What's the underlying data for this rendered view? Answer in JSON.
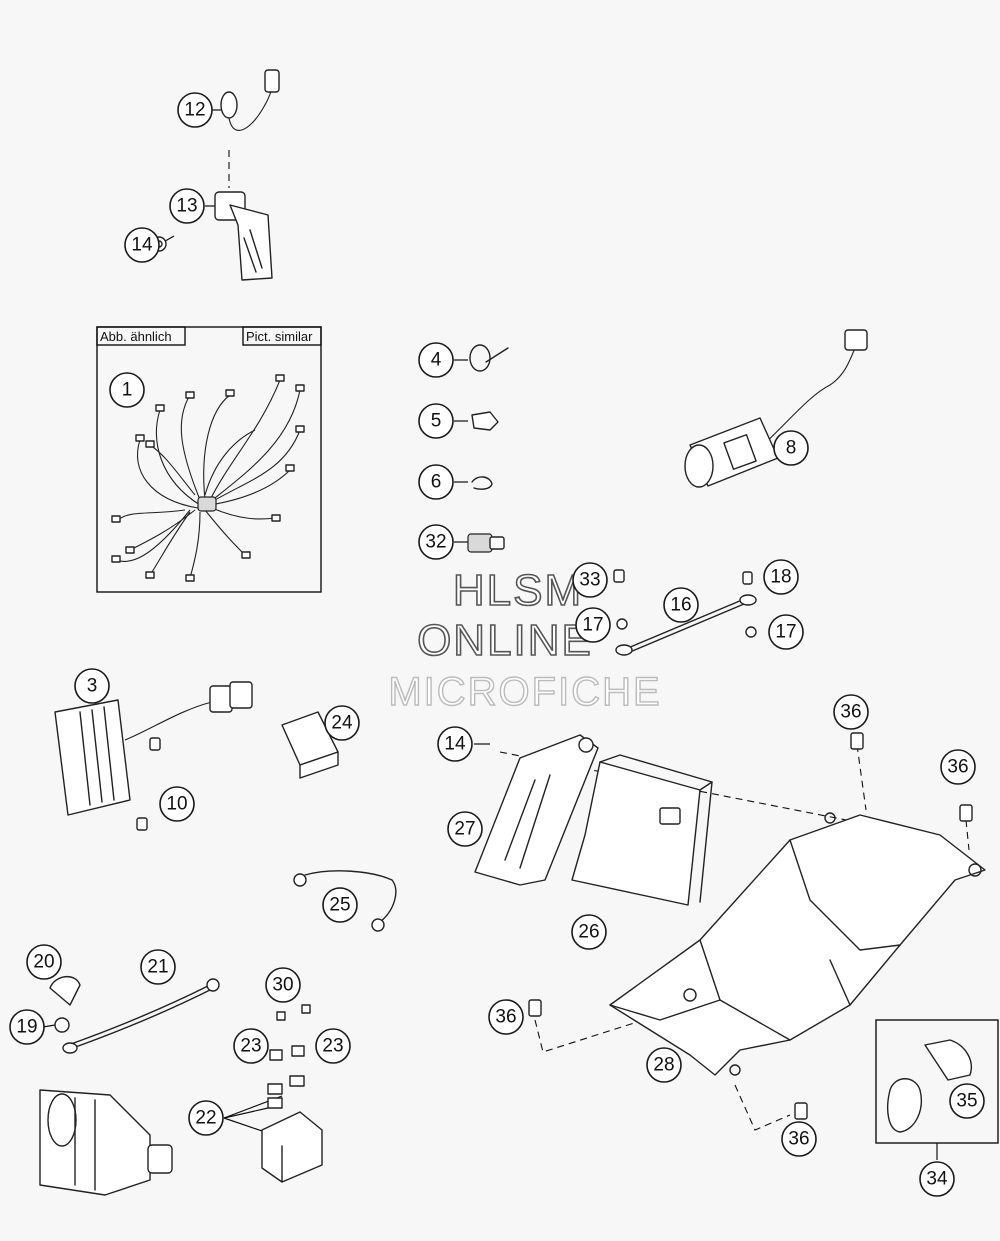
{
  "box_labels": {
    "left": "Abb. ähnlich",
    "right": "Pict. similar"
  },
  "watermark": {
    "line1": "HLSM",
    "line2": "ONLINE",
    "line3": "MICROFICHE"
  },
  "callouts": [
    "12",
    "13",
    "14",
    "1",
    "4",
    "5",
    "6",
    "32",
    "8",
    "33",
    "17",
    "18",
    "16",
    "17",
    "3",
    "24",
    "14",
    "36",
    "36",
    "10",
    "27",
    "26",
    "25",
    "20",
    "21",
    "30",
    "19",
    "23",
    "23",
    "22",
    "36",
    "28",
    "35",
    "36",
    "34"
  ]
}
